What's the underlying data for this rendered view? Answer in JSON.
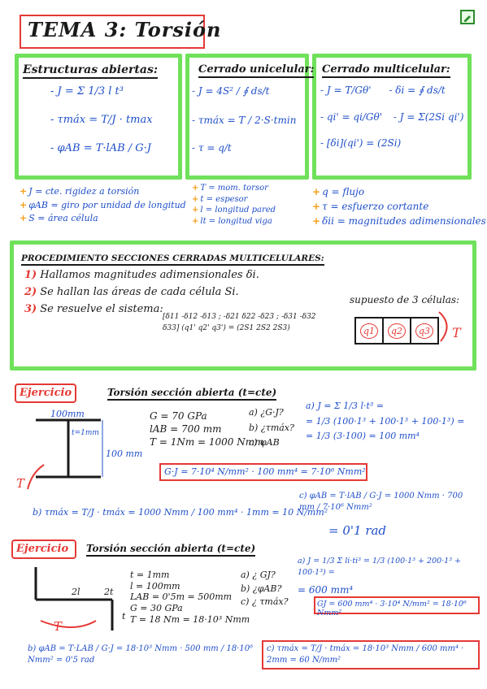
{
  "title": "TEMA 3: Torsión",
  "corner_icon": "edit-icon",
  "boxes": {
    "abiertas": {
      "heading": "Estructuras abiertas:",
      "lines": [
        "- J = Σ 1/3 l t³",
        "- τmáx = T/J · tmax",
        "- φAB = T·lAB / G·J"
      ]
    },
    "unicelular": {
      "heading": "Cerrado unicelular:",
      "lines": [
        "- J = 4S² / ∮ ds/t",
        "- τmáx = T / 2·S·tmin",
        "- τ = q/t"
      ]
    },
    "multicelular": {
      "heading": "Cerrado multicelular:",
      "lines": [
        "- J = T/Gθ'",
        "- δi = ∮ ds/t",
        "- qi' = qi/Gθ'",
        "- J = Σ(2Si qi')",
        "- [δi](qi') = (2Si)"
      ]
    }
  },
  "legend": {
    "col1": [
      "J = cte. rigidez a torsión",
      "φAB = giro por unidad de longitud",
      "S = área célula"
    ],
    "col2": [
      "T = mom. torsor",
      "t = espesor",
      "l = longitud pared",
      "lt = longitud viga"
    ],
    "col3": [
      "q = flujo",
      "τ = esfuerzo cortante",
      "δii = magnitudes adimensionales"
    ]
  },
  "procedure": {
    "heading": "PROCEDIMIENTO SECCIONES CERRADAS MULTICELULARES:",
    "steps": [
      {
        "n": "1)",
        "text": "Hallamos magnitudes adimensionales δi."
      },
      {
        "n": "2)",
        "text": "Se hallan las áreas de cada célula Si."
      },
      {
        "n": "3)",
        "text": "Se resuelve el sistema:"
      }
    ],
    "matrix": "[δ11 -δ12 -δ13 ; -δ21 δ22 -δ23 ; -δ31 -δ32 δ33] (q1' q2' q3') = (2S1 2S2 2S3)",
    "supuesto": "supuesto de 3 células:",
    "cells": [
      "q1",
      "q2",
      "q3"
    ],
    "torque": "T"
  },
  "ex1": {
    "tag": "Ejercicio",
    "title": "Torsión sección abierta (t=cte)",
    "dims": {
      "width": "100mm",
      "thick": "t=1mm",
      "height": "100 mm",
      "torque": "T"
    },
    "given": [
      "G = 70 GPa",
      "lAB = 700 mm",
      "T = 1Nm = 1000 Nmm"
    ],
    "asks": [
      "a) ¿G·J?",
      "b) ¿τmáx?",
      "c) φAB"
    ],
    "a": [
      "a) J = Σ 1/3 l·t³ =",
      "= 1/3 (100·1³ + 100·1³ + 100·1³) =",
      "= 1/3 (3·100) = 100 mm⁴"
    ],
    "gj": "G·J = 7·10⁴ N/mm² · 100 mm⁴ = 7·10⁶ Nmm²",
    "b": "b) τmáx = T/J · tmáx = 1000 Nmm / 100 mm⁴ · 1mm = 10 N/mm²",
    "c": "c) φAB = T·lAB / G·J = 1000 Nmm · 700 mm / 7·10⁶ Nmm²",
    "c_res": "= 0'1 rad"
  },
  "ex2": {
    "tag": "Ejercicio",
    "title": "Torsión sección abierta (t=cte)",
    "dims": {
      "l1": "2l",
      "l2": "2t",
      "t": "t",
      "torque": "T"
    },
    "given": [
      "t = 1mm",
      "l = 100mm",
      "LAB = 0'5m = 500mm",
      "G = 30 GPa",
      "T = 18 Nm = 18·10³ Nmm"
    ],
    "asks": [
      "a) ¿ GJ?",
      "b) ¿φAB?",
      "c) ¿ τmáx?"
    ],
    "a": [
      "a) J = 1/3 Σ li·ti³ = 1/3 (100·1³ + 200·1³ + 100·1³) =",
      "= 600 mm⁴"
    ],
    "gj": "GJ = 600 mm⁴ · 3·10⁴ N/mm² = 18·10⁶ Nmm²",
    "b": "b) φAB = T·LAB / G·J = 18·10³ Nmm · 500 mm / 18·10⁶ Nmm² = 0'5 rad",
    "c": "c) τmáx = T/J · tmáx = 18·10³ Nmm / 600 mm⁴ · 2mm = 60 N/mm²"
  }
}
